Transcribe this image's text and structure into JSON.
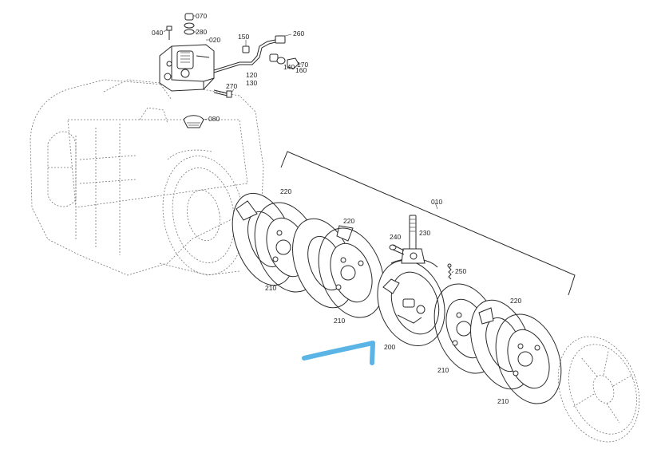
{
  "parts": {
    "p040": "040",
    "p070": "070",
    "p280": "280",
    "p020": "020",
    "p150": "150",
    "p260": "260",
    "p140": "140",
    "p160": "160",
    "p170": "170",
    "p120": "120",
    "p130": "130",
    "p270": "270",
    "p080": "080",
    "p010": "010",
    "p220a": "220",
    "p220b": "220",
    "p220c": "220",
    "p240": "240",
    "p230": "230",
    "p250": "250",
    "p210a": "210",
    "p210b": "210",
    "p210c": "210",
    "p210d": "210",
    "p200": "200"
  },
  "colors": {
    "arrow": "#5ab4e6",
    "ink": "#2a2a2a"
  }
}
